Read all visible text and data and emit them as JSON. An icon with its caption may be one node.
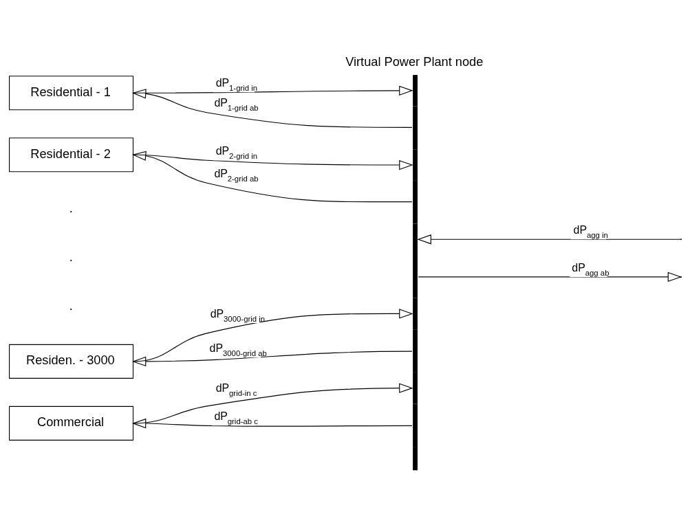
{
  "diagram": {
    "nodes": [
      {
        "text": [
          "Residential - 1"
        ]
      },
      {
        "text": [
          "Residential - 2"
        ]
      },
      {
        "text": [
          "Residen. - 3000"
        ]
      },
      {
        "text": [
          "Commercial"
        ]
      },
      {
        "text": [
          "Virtual Power Plant node"
        ]
      }
    ],
    "edges": [
      {
        "from": 0,
        "to": 4,
        "arrow": "to",
        "label": "dP$_{1-grid in}$"
      },
      {
        "from": 4,
        "to": 0,
        "arrow": "to",
        "label": "dP$_{1-grid ab}$"
      },
      {
        "from": 1,
        "to": 4,
        "arrow": "to",
        "label": "dP$_{2-grid in}$"
      },
      {
        "from": 4,
        "to": 1,
        "arrow": "to",
        "label": "dP$_{2-grid ab}$"
      },
      {
        "from": null,
        "to": 4,
        "arrow": "to",
        "label": "dP$_{agg in}$"
      },
      {
        "from": 4,
        "to": null,
        "arrow": "to",
        "label": "dP$_{agg ab}$"
      },
      {
        "from": 2,
        "to": 4,
        "arrow": "to",
        "label": "dP$_{3000-grid in}$"
      },
      {
        "from": 4,
        "to": 2,
        "arrow": "to",
        "label": "dP$_{3000-grid ab}$"
      },
      {
        "from": 3,
        "to": 4,
        "arrow": "to",
        "label": "dP$_{grid-in c}$"
      },
      {
        "from": 4,
        "to": 3,
        "arrow": "to",
        "label": "dP$_{grid-ab c}$"
      }
    ],
    "labels": [
      ".",
      ".",
      "."
    ]
  }
}
